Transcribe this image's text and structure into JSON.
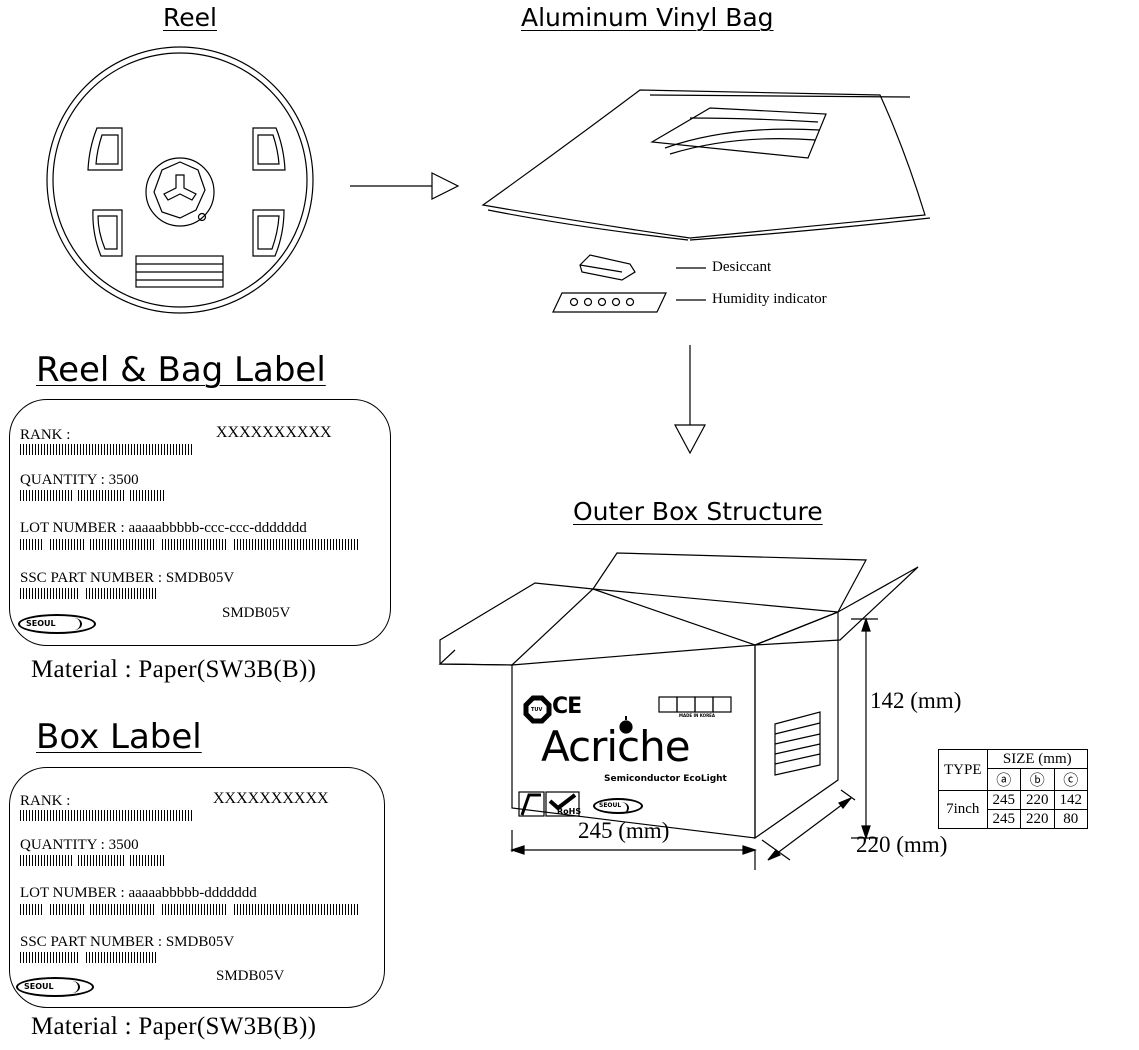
{
  "titles": {
    "reel": "Reel",
    "bag": "Aluminum Vinyl Bag",
    "reel_label": "Reel & Bag Label",
    "outer_box": "Outer Box Structure",
    "box_label": "Box Label"
  },
  "bag_items": {
    "desiccant": "Desiccant",
    "humidity": "Humidity indicator"
  },
  "reel_label": {
    "rank": "RANK :",
    "rank_value": "XXXXXXXXXX",
    "quantity": "QUANTITY :  3500",
    "lot": "LOT NUMBER : aaaaabbbbb-ccc-ccc-ddddddd",
    "part": "SSC PART NUMBER : SMDB05V",
    "part_value": "SMDB05V",
    "logo_text": "SEOUL",
    "material": "Material : Paper(SW3B(B))"
  },
  "box_label": {
    "rank": "RANK :",
    "rank_value": "XXXXXXXXXX",
    "quantity": "QUANTITY :  3500",
    "lot": "LOT NUMBER : aaaaabbbbb-ddddddd",
    "part": "SSC PART NUMBER : SMDB05V",
    "part_value": "SMDB05V",
    "logo_text": "SEOUL",
    "material": "Material : Paper(SW3B(B))"
  },
  "box": {
    "brand": "Acriche",
    "tagline": "Semiconductor EcoLight",
    "made_in": "MADE IN KOREA",
    "ce": "CE",
    "tuv": "TUV",
    "rohs": "RoHS",
    "logo_text": "SEOUL",
    "dim_height": "142 (mm)",
    "dim_depth": "220 (mm)",
    "dim_width": "245 (mm)"
  },
  "size_table": {
    "type_header": "TYPE",
    "size_header": "SIZE (mm)",
    "col_a": "ⓐ",
    "col_b": "ⓑ",
    "col_c": "ⓒ",
    "type_value": "7inch",
    "row1": [
      "245",
      "220",
      "142"
    ],
    "row2": [
      "245",
      "220",
      "80"
    ]
  }
}
